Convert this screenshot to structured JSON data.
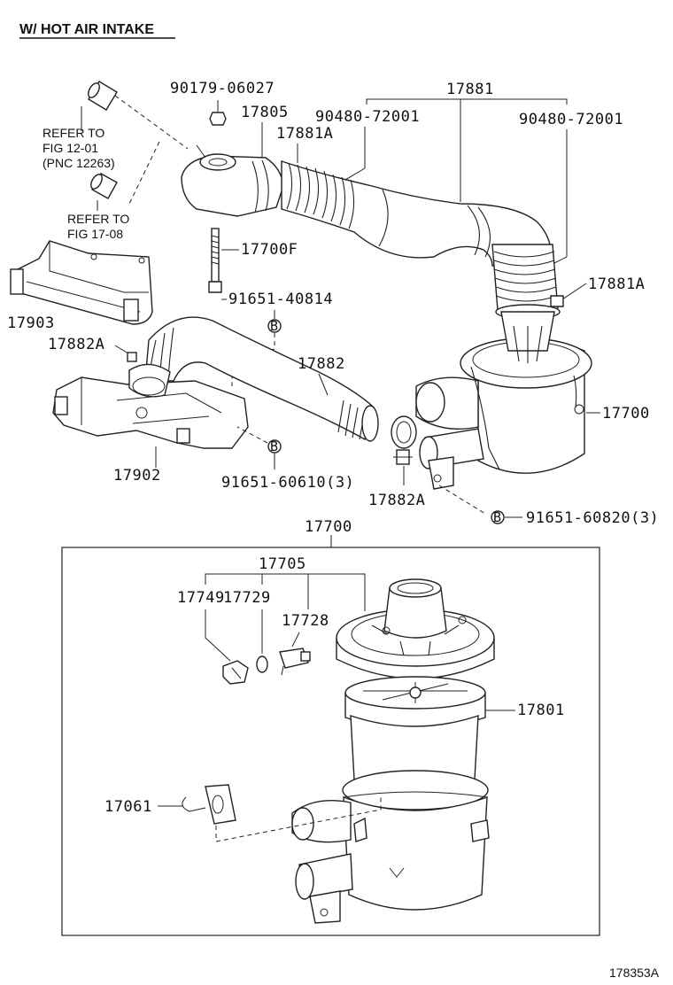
{
  "header": {
    "title": "W/ HOT AIR INTAKE"
  },
  "figure_id": "178353A",
  "refs": {
    "ref1_line1": "REFER TO",
    "ref1_line2": "FIG 12-01",
    "ref1_line3": "(PNC 12263)",
    "ref2_line1": "REFER TO",
    "ref2_line2": "FIG 17-08"
  },
  "labels": {
    "p90179": "90179-06027",
    "p17805": "17805",
    "p17881A_top": "17881A",
    "p90480_left": "90480-72001",
    "p17881": "17881",
    "p90480_right": "90480-72001",
    "p17881A_right": "17881A",
    "p17700F": "17700F",
    "p91651_40814": "91651-40814",
    "p17903": "17903",
    "p17882A_left": "17882A",
    "p17882": "17882",
    "p17700_right": "17700",
    "p17902": "17902",
    "p91651_60610": "91651-60610(3)",
    "p17882A_bottom": "17882A",
    "p91651_60820": "91651-60820(3)",
    "p17700_box": "17700",
    "p17705": "17705",
    "p17749": "17749",
    "p17729": "17729",
    "p17728": "17728",
    "p17801": "17801",
    "p17061": "17061",
    "marker_b": "B"
  }
}
